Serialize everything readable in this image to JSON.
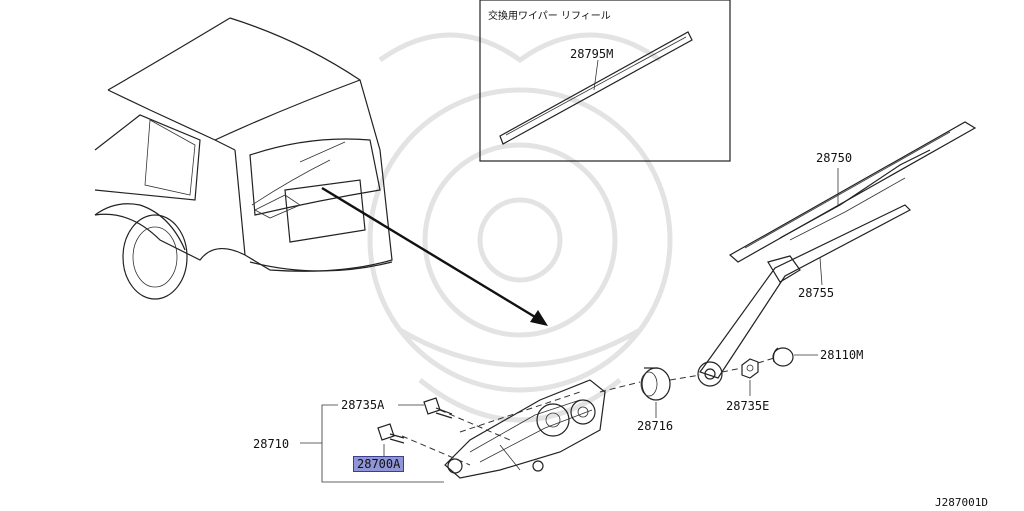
{
  "inset": {
    "caption": "交換用ワイパー リフィール"
  },
  "parts": {
    "p28795M": "28795M",
    "p28750": "28750",
    "p28755": "28755",
    "p28110M": "28110M",
    "p28735E": "28735E",
    "p28716": "28716",
    "p28735A": "28735A",
    "p28710": "28710",
    "p28700A": "28700A"
  },
  "figure_id": "J287001D",
  "colors": {
    "highlight": "#8f95d6",
    "line": "#222222",
    "watermark": "#e3e3e3"
  }
}
